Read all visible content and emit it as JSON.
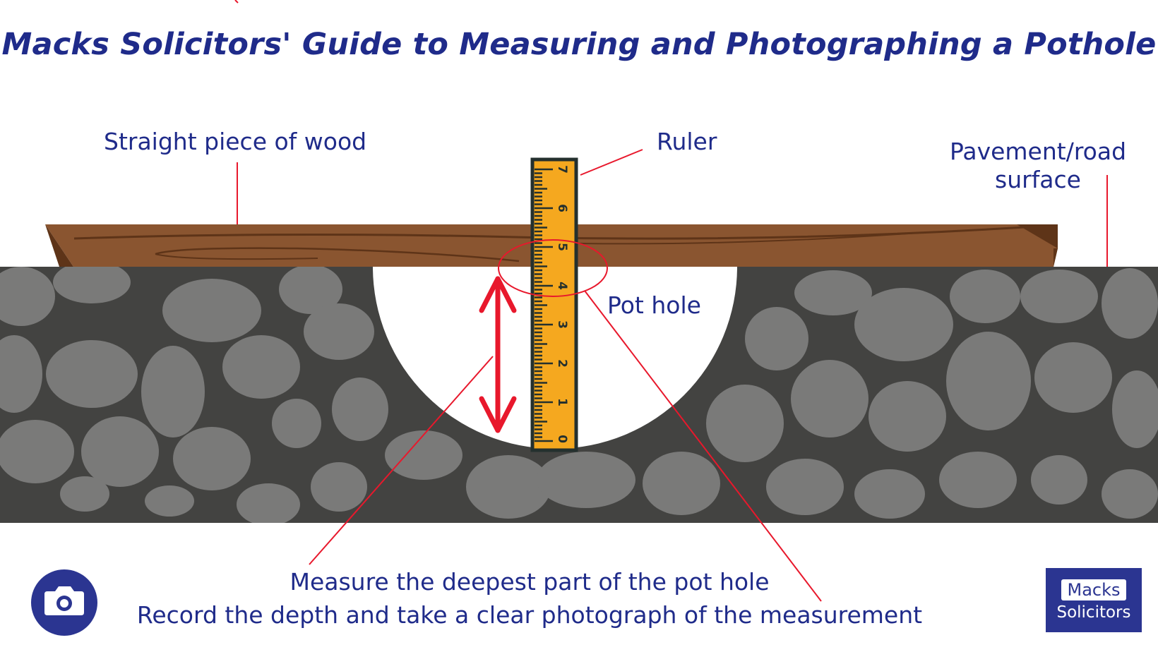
{
  "title": "Macks Solicitors' Guide to Measuring and Photographing a Pothole",
  "labels": {
    "wood": "Straight piece of wood",
    "ruler": "Ruler",
    "surface_line1": "Pavement/road",
    "surface_line2": "surface",
    "pothole": "Pot hole",
    "instruction_line1": "Measure the deepest part of the pot hole",
    "instruction_line2": "Record the depth and take a clear photograph of the measurement"
  },
  "ruler_numbers": [
    "0",
    "1",
    "2",
    "3",
    "4",
    "5",
    "6",
    "7"
  ],
  "logo": {
    "top": "Macks",
    "bottom": "Solicitors"
  },
  "icons": {
    "camera": "camera-icon"
  },
  "colors": {
    "title": "#1f2b8a",
    "annotation_red": "#e8182c",
    "ruler_yellow": "#f5a81f",
    "wood": "#8a5530",
    "road_dark": "#434341",
    "stone_light": "#7a7a79",
    "brand_blue": "#2b3591"
  }
}
